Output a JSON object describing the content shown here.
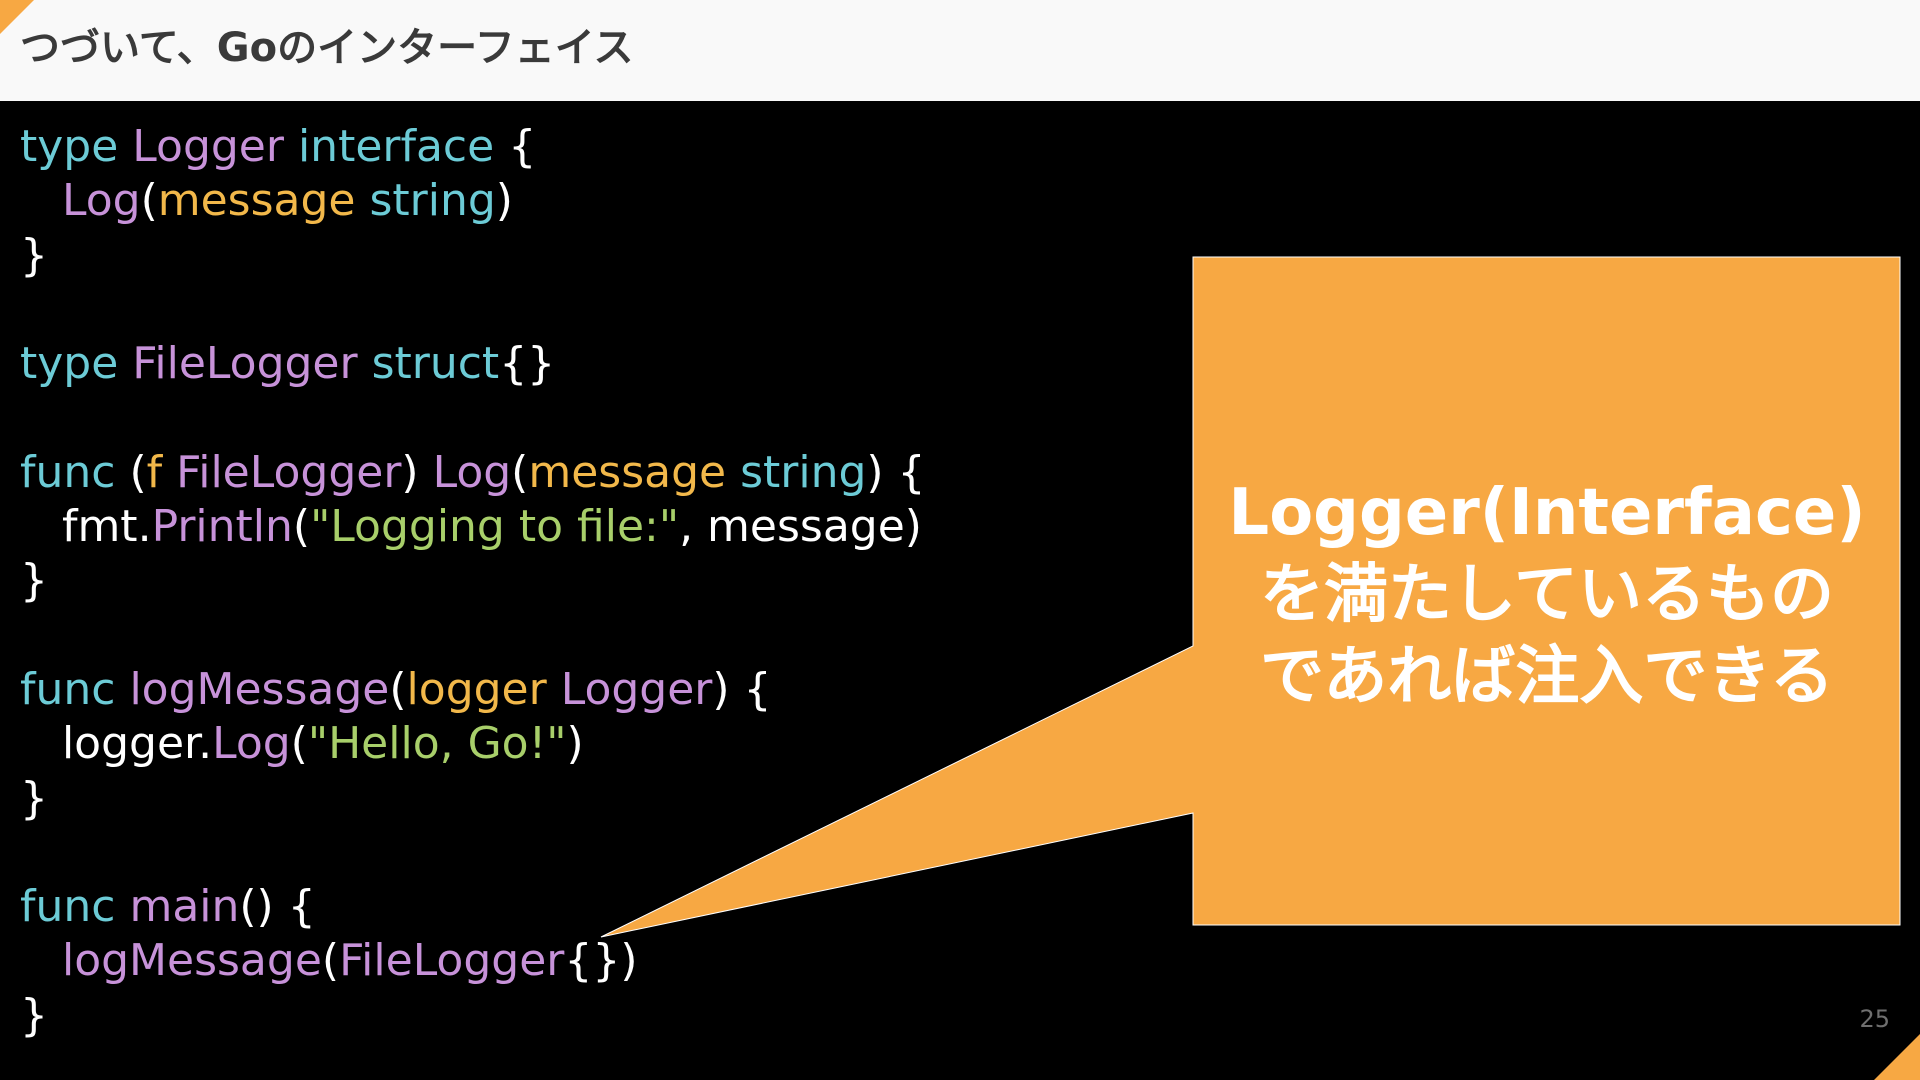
{
  "slide": {
    "title": "つづいて、Goのインターフェイス",
    "page_number": "25"
  },
  "code": {
    "lines": [
      [
        {
          "t": "type ",
          "c": "kw"
        },
        {
          "t": "Logger ",
          "c": "fn"
        },
        {
          "t": "interface ",
          "c": "kw"
        },
        {
          "t": "{",
          "c": "pl"
        }
      ],
      [
        {
          "t": "   ",
          "c": "pl"
        },
        {
          "t": "Log",
          "c": "fn"
        },
        {
          "t": "(",
          "c": "pl"
        },
        {
          "t": "message ",
          "c": "pr"
        },
        {
          "t": "string",
          "c": "kw"
        },
        {
          "t": ")",
          "c": "pl"
        }
      ],
      [
        {
          "t": "}",
          "c": "pl"
        }
      ],
      [],
      [
        {
          "t": "type ",
          "c": "kw"
        },
        {
          "t": "FileLogger ",
          "c": "fn"
        },
        {
          "t": "struct",
          "c": "kw"
        },
        {
          "t": "{}",
          "c": "pl"
        }
      ],
      [],
      [
        {
          "t": "func ",
          "c": "kw"
        },
        {
          "t": "(",
          "c": "pl"
        },
        {
          "t": "f ",
          "c": "pr"
        },
        {
          "t": "FileLogger",
          "c": "fn"
        },
        {
          "t": ") ",
          "c": "pl"
        },
        {
          "t": "Log",
          "c": "fn"
        },
        {
          "t": "(",
          "c": "pl"
        },
        {
          "t": "message ",
          "c": "pr"
        },
        {
          "t": "string",
          "c": "kw"
        },
        {
          "t": ") {",
          "c": "pl"
        }
      ],
      [
        {
          "t": "   fmt.",
          "c": "pl"
        },
        {
          "t": "Println",
          "c": "fn"
        },
        {
          "t": "(",
          "c": "pl"
        },
        {
          "t": "\"Logging to file:\"",
          "c": "st"
        },
        {
          "t": ", message)",
          "c": "pl"
        }
      ],
      [
        {
          "t": "}",
          "c": "pl"
        }
      ],
      [],
      [
        {
          "t": "func ",
          "c": "kw"
        },
        {
          "t": "logMessage",
          "c": "fn"
        },
        {
          "t": "(",
          "c": "pl"
        },
        {
          "t": "logger ",
          "c": "pr"
        },
        {
          "t": "Logger",
          "c": "fn"
        },
        {
          "t": ") {",
          "c": "pl"
        }
      ],
      [
        {
          "t": "   logger.",
          "c": "pl"
        },
        {
          "t": "Log",
          "c": "fn"
        },
        {
          "t": "(",
          "c": "pl"
        },
        {
          "t": "\"Hello, Go!\"",
          "c": "st"
        },
        {
          "t": ")",
          "c": "pl"
        }
      ],
      [
        {
          "t": "}",
          "c": "pl"
        }
      ],
      [],
      [
        {
          "t": "func ",
          "c": "kw"
        },
        {
          "t": "main",
          "c": "fn"
        },
        {
          "t": "() {",
          "c": "pl"
        }
      ],
      [
        {
          "t": "   ",
          "c": "pl"
        },
        {
          "t": "logMessage",
          "c": "fn"
        },
        {
          "t": "(",
          "c": "pl"
        },
        {
          "t": "FileLogger",
          "c": "fn"
        },
        {
          "t": "{})",
          "c": "pl"
        }
      ],
      [
        {
          "t": "}",
          "c": "pl"
        }
      ]
    ]
  },
  "callout": {
    "line1": "Logger(Interface)",
    "line2": "を満たしているもの",
    "line3": "であれば注入できる"
  },
  "colors": {
    "accent": "#f7a843",
    "callout_fill": "#f7a843",
    "keyword": "#6ccbd6",
    "identifier": "#c792d9",
    "parameter": "#f2b84a",
    "string": "#a8cf6a"
  }
}
